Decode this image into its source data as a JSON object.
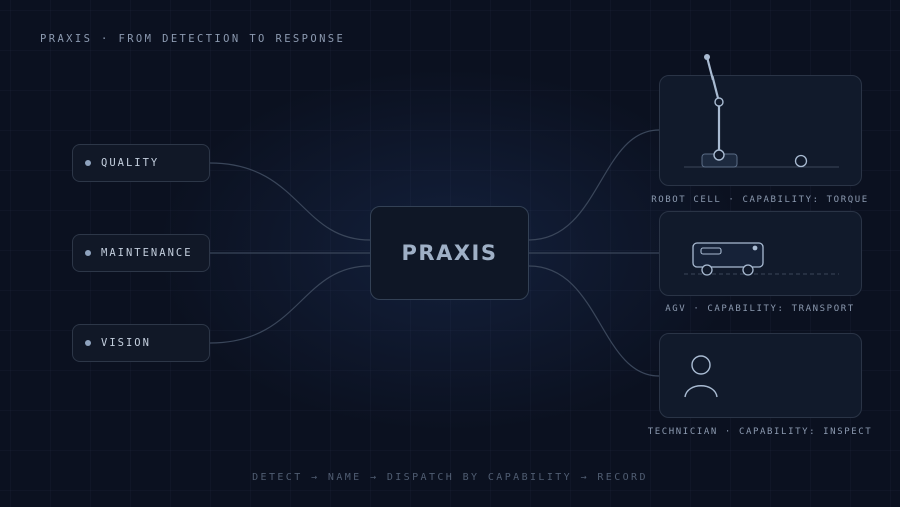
{
  "header": {
    "caption": "PRAXIS · FROM DETECTION TO RESPONSE"
  },
  "inputs": [
    {
      "label": "QUALITY"
    },
    {
      "label": "MAINTENANCE"
    },
    {
      "label": "VISION"
    }
  ],
  "hub": {
    "label": "PRAXIS"
  },
  "outputs": [
    {
      "label": "ROBOT CELL · CAPABILITY: TORQUE",
      "icon": "robot-arm-icon"
    },
    {
      "label": "AGV · CAPABILITY: TRANSPORT",
      "icon": "agv-icon"
    },
    {
      "label": "TECHNICIAN · CAPABILITY: INSPECT",
      "icon": "technician-icon"
    }
  ],
  "footer": {
    "caption": "DETECT → NAME → DISPATCH BY CAPABILITY → RECORD"
  },
  "colors": {
    "background": "#0b1120",
    "node_border": "#2d3748",
    "connector": "#3a465a",
    "icon_stroke": "#a9bbd2",
    "hub_text": "#9fb0c6"
  }
}
